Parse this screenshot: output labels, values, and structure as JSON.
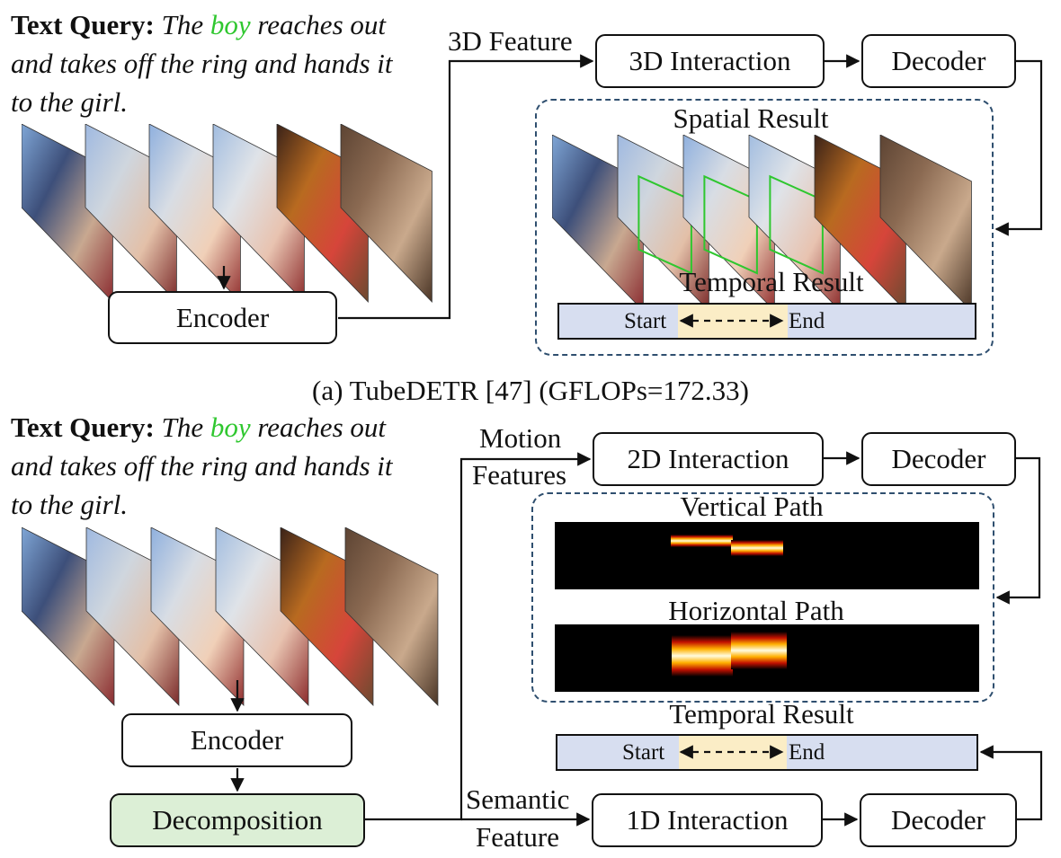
{
  "panel_a": {
    "query_label": "Text Query:",
    "query_pre": "The",
    "query_highlight": "boy",
    "query_post": "reaches out and takes off the ring and hands it to the girl.",
    "encoder": "Encoder",
    "feature_label": "3D Feature",
    "interaction": "3D Interaction",
    "decoder": "Decoder",
    "spatial_result": "Spatial Result",
    "temporal_result": "Temporal Result",
    "start": "Start",
    "end": "End",
    "caption": "(a) TubeDETR [47] (GFLOPs=172.33)"
  },
  "panel_b": {
    "query_label": "Text Query:",
    "query_pre": "The",
    "query_highlight": "boy",
    "query_post": "reaches out and takes off the ring and hands it to the girl.",
    "encoder": "Encoder",
    "decomposition": "Decomposition",
    "motion_label_1": "Motion",
    "motion_label_2": "Features",
    "semantic_label_1": "Semantic",
    "semantic_label_2": "Feature",
    "interaction_2d": "2D Interaction",
    "interaction_1d": "1D Interaction",
    "decoder_top": "Decoder",
    "decoder_bottom": "Decoder",
    "vertical_path": "Vertical Path",
    "horizontal_path": "Horizontal Path",
    "temporal_result": "Temporal Result",
    "start": "Start",
    "end": "End"
  },
  "colors": {
    "highlight": "#2fc72f",
    "decomposition_fill": "#dcefd6",
    "temporal_bar": "#d7def0",
    "temporal_segment": "#fbedc6",
    "dashed_border": "#2f4f6f"
  }
}
